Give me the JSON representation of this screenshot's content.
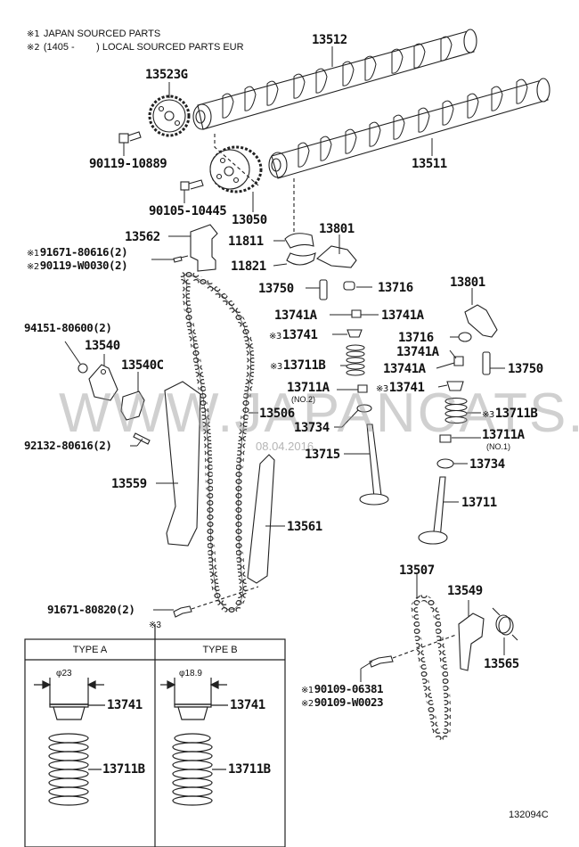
{
  "notes": {
    "note1_mark": "※1",
    "note1_text": "JAPAN SOURCED PARTS",
    "note2_mark": "※2",
    "note2_text": "(1405 -        ) LOCAL SOURCED PARTS EUR"
  },
  "marks": {
    "m1": "※1",
    "m2": "※2",
    "m3": "※3"
  },
  "parts": {
    "p13512": "13512",
    "p13523G": "13523G",
    "p90119_10889": "90119-10889",
    "p13511": "13511",
    "p90105_10445": "90105-10445",
    "p13050": "13050",
    "p13562": "13562",
    "p11811": "11811",
    "p13801a": "13801",
    "p91671_80616": "91671-80616(2)",
    "p90119_W0030": "90119-W0030(2)",
    "p11821": "11821",
    "p13750a": "13750",
    "p13716a": "13716",
    "p13801b": "13801",
    "p13741A_1": "13741A",
    "p13741A_2": "13741A",
    "p94151_80600": "94151-80600(2)",
    "p13741_a": "13741",
    "p13716b": "13716",
    "p13540": "13540",
    "p13741A_3": "13741A",
    "p13540C": "13540C",
    "p13711B_a": "13711B",
    "p13741A_4": "13741A",
    "p13750b": "13750",
    "p13711A_no2": "13711A",
    "no2": "(NO.2)",
    "p13741_b": "13741",
    "p13506": "13506",
    "p13711B_b": "13711B",
    "p13734a": "13734",
    "p13711A_no1": "13711A",
    "no1": "(NO.1)",
    "p92132_80616": "92132-80616(2)",
    "p13715": "13715",
    "p13734b": "13734",
    "p13559": "13559",
    "p13711": "13711",
    "p13561": "13561",
    "p13507": "13507",
    "p13549": "13549",
    "p91671_80820": "91671-80820(2)",
    "p13565": "13565",
    "p90109_06381": "90109-06381",
    "p90109_W0023": "90109-W0023"
  },
  "inset": {
    "type_a": "TYPE A",
    "type_b": "TYPE B",
    "dia_a": "φ23",
    "dia_b": "φ18.9",
    "a_13741": "13741",
    "a_13711B": "13711B",
    "b_13741": "13741",
    "b_13711B": "13711B"
  },
  "watermark": "WWW.JAPANCATS.RU",
  "date": "08.04.2016",
  "diagram_code": "132094C"
}
